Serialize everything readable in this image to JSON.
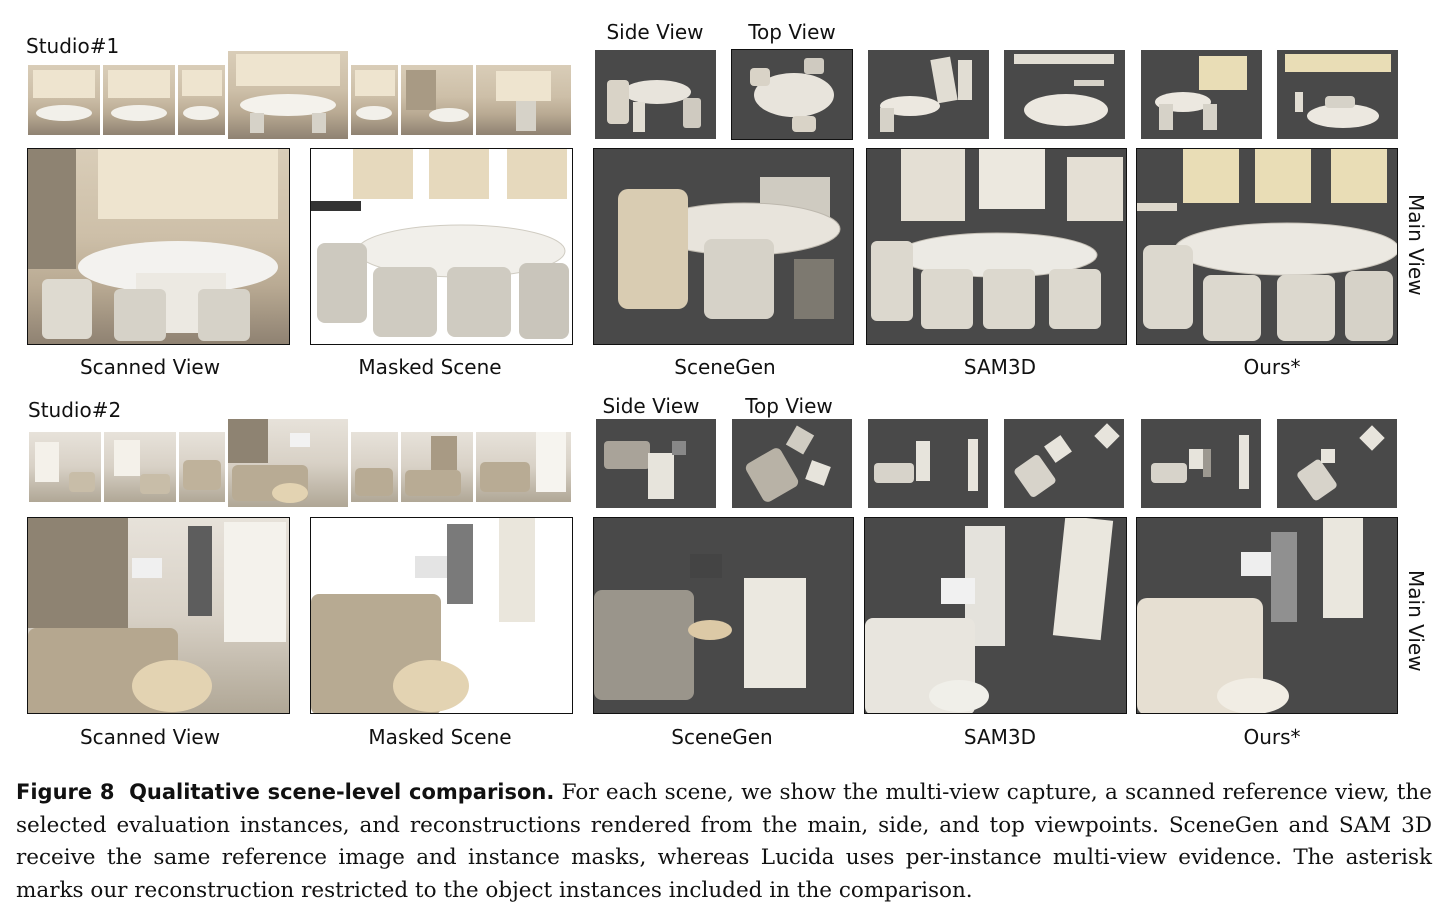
{
  "scenes": [
    {
      "name": "Studio#1",
      "side_view_label": "Side View",
      "top_view_label": "Top View",
      "main_view_label": "Main View",
      "labels": {
        "scanned": "Scanned View",
        "masked": "Masked Scene",
        "scenegen": "SceneGen",
        "sam3d": "SAM3D",
        "ours": "Ours*"
      }
    },
    {
      "name": "Studio#2",
      "side_view_label": "Side View",
      "top_view_label": "Top View",
      "main_view_label": "Main View",
      "labels": {
        "scanned": "Scanned View",
        "masked": "Masked Scene",
        "scenegen": "SceneGen",
        "sam3d": "SAM3D",
        "ours": "Ours*"
      }
    }
  ],
  "caption": {
    "figure_label": "Figure 8",
    "title": "Qualitative scene-level comparison.",
    "text": "For each scene, we show the multi-view capture, a scanned reference view, the selected evaluation instances, and reconstructions rendered from the main, side, and top viewpoints. SceneGen and SAM 3D receive the same reference image and instance masks, whereas Lucida uses per-instance multi-view evidence. The asterisk marks our reconstruction restricted to the object instances included in the comparison."
  },
  "colors": {
    "render_bg": "#494949",
    "furniture": "#e8e4dc",
    "photo_warm": "#d9cdb8"
  }
}
